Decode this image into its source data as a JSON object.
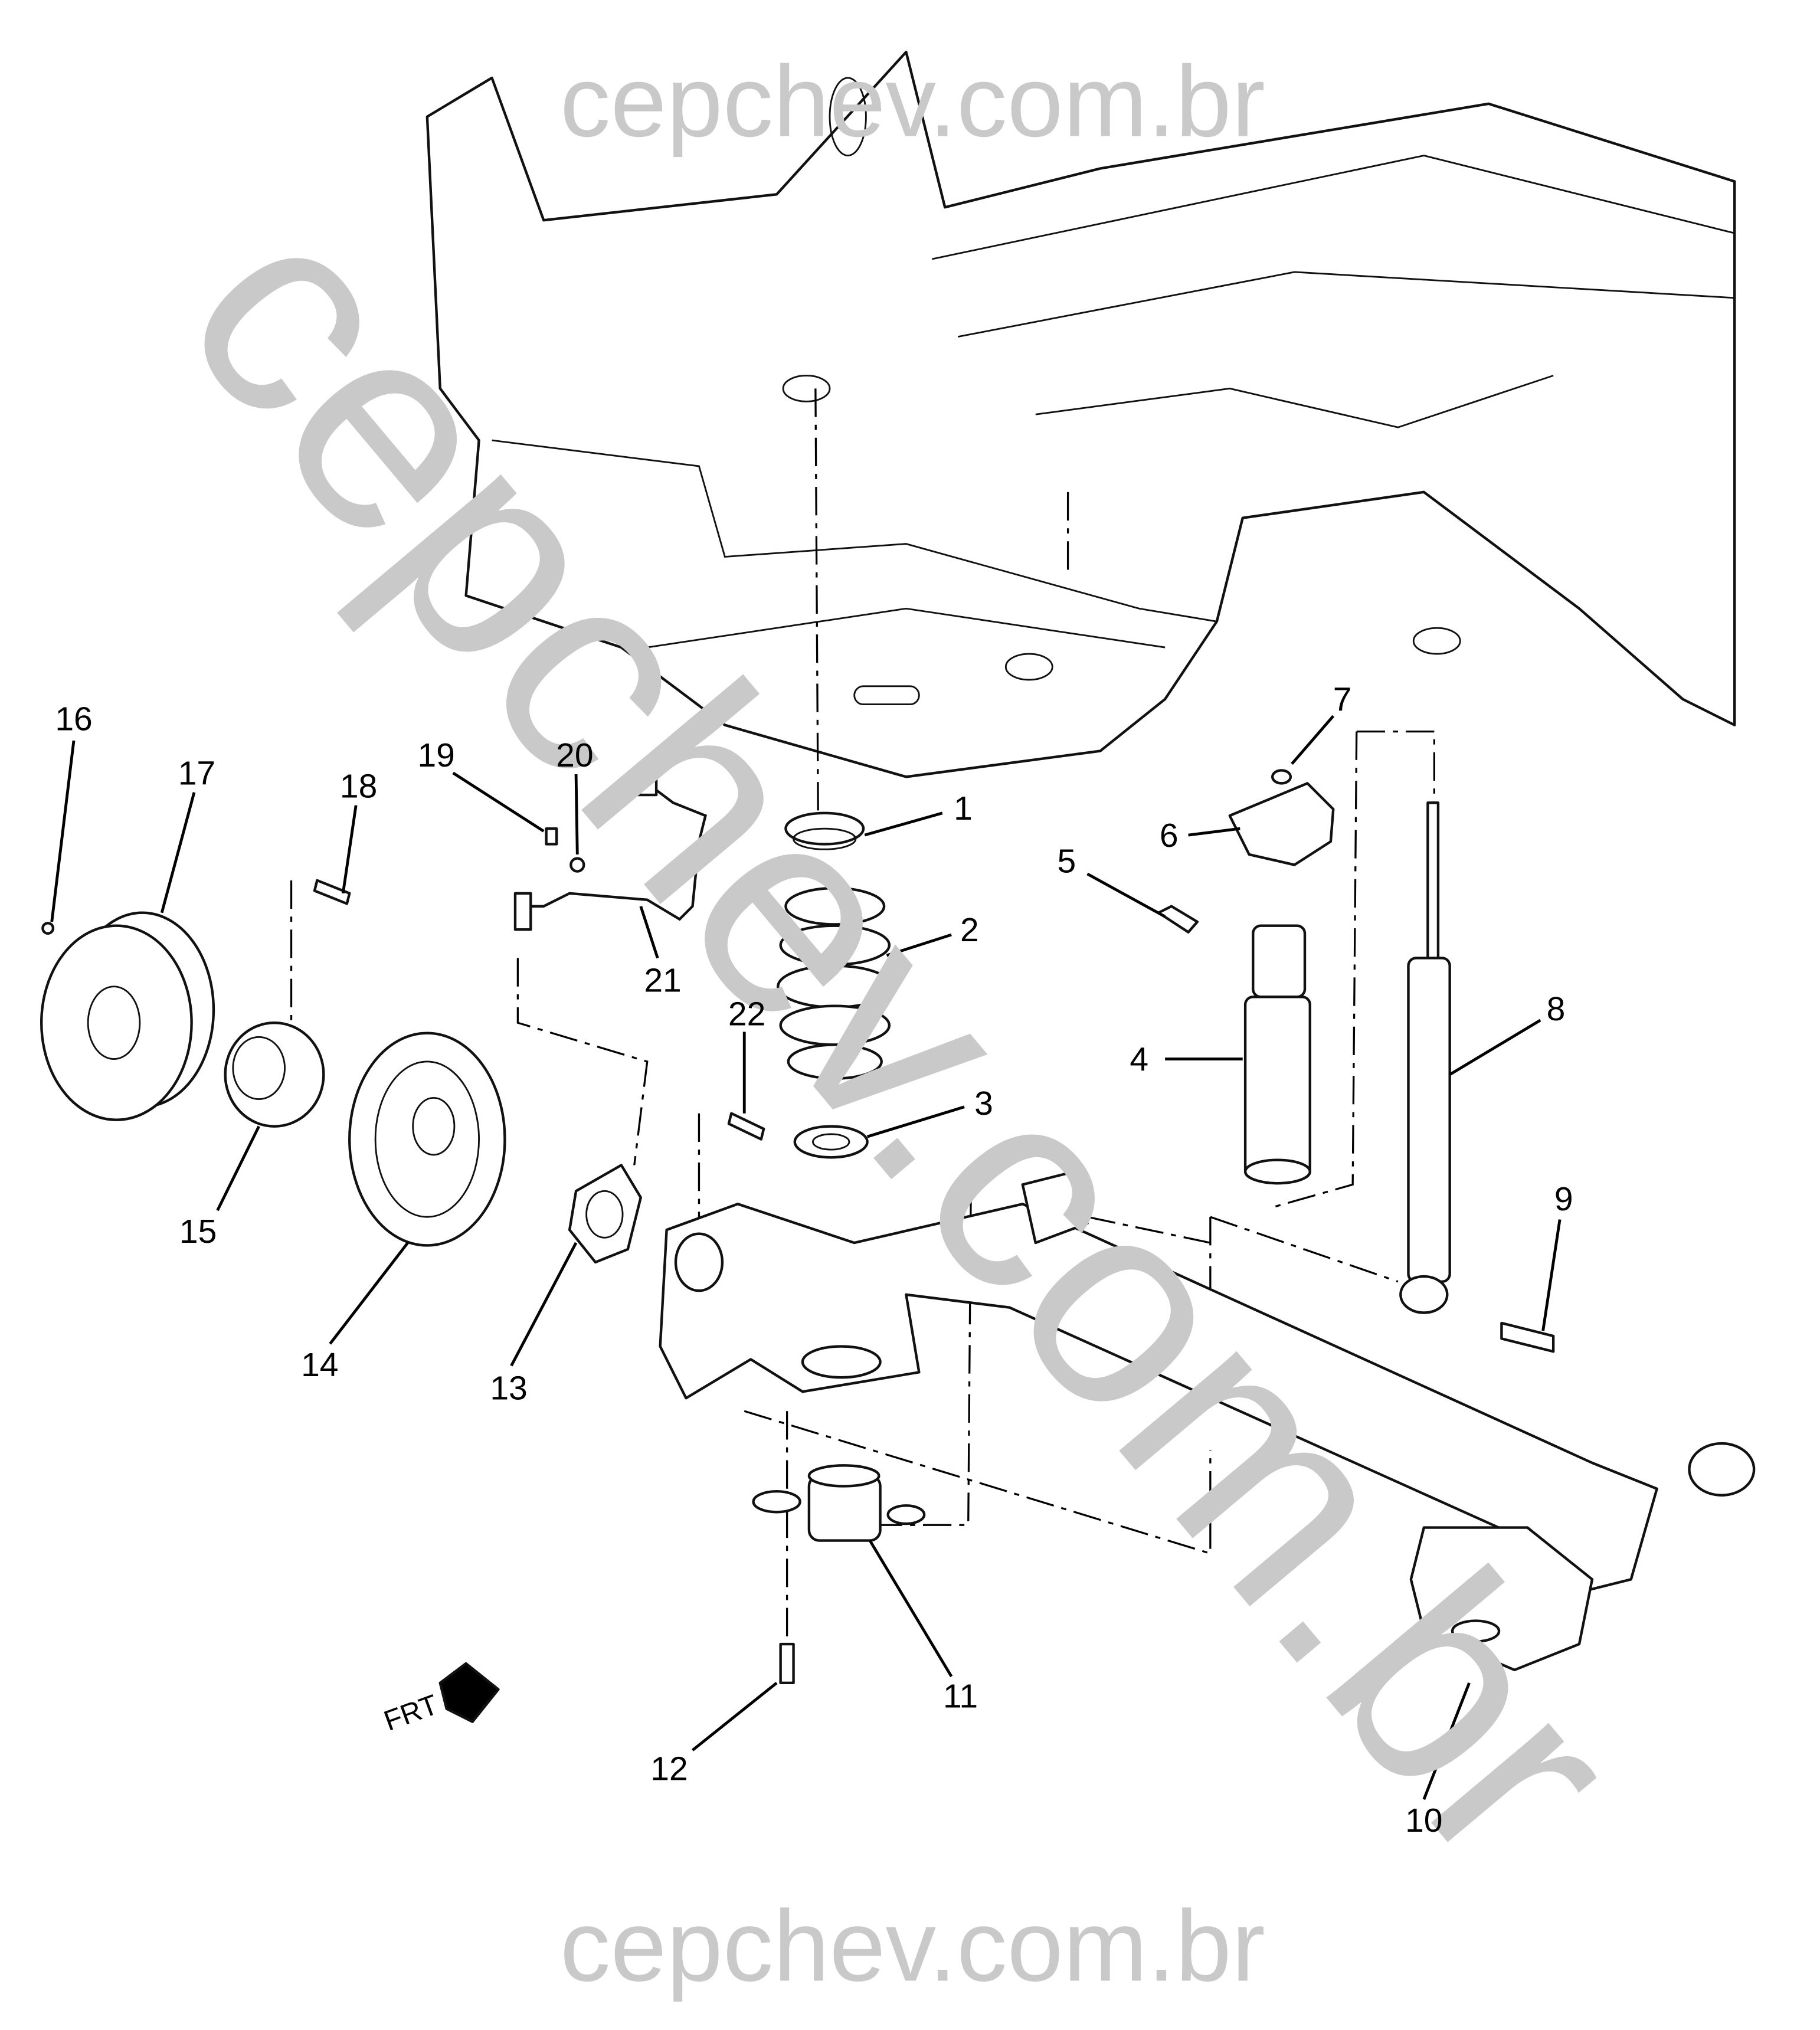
{
  "watermark": {
    "top": "cepchev.com.br",
    "bottom": "cepchev.com.br",
    "diagonal": "cepchev.com.br",
    "color": "#c9c9c9"
  },
  "direction_indicator": "FRT",
  "callouts": [
    "1",
    "2",
    "3",
    "4",
    "5",
    "6",
    "7",
    "8",
    "9",
    "10",
    "11",
    "12",
    "13",
    "14",
    "15",
    "16",
    "17",
    "18",
    "19",
    "20",
    "21",
    "22"
  ]
}
